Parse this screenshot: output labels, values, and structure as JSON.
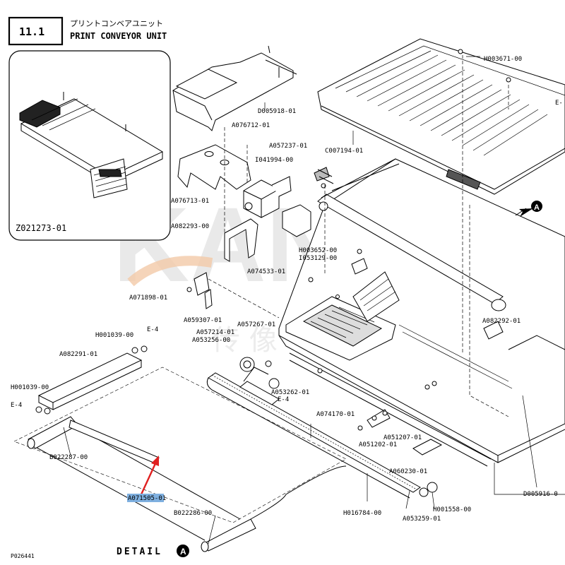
{
  "header": {
    "section_number": "11.1",
    "title_jp": "プリントコンベアユニット",
    "title_en": "PRINT CONVEYOR UNIT"
  },
  "inset": {
    "label": "Z021273-01"
  },
  "detail": {
    "label": "DETAIL",
    "marker": "A"
  },
  "view_marker": "A",
  "page_code": "P026441",
  "highlighted_part": "A071505",
  "highlight_color": "#7fb0e0",
  "arrow_color": "#e02020",
  "watermark": {
    "text": "KANJO",
    "cjk": "传 像",
    "color": "#e6e6e6"
  },
  "parts": {
    "h003671": "H003671-00",
    "e_right": "E-",
    "d005918": "D005918-01",
    "a076712": "A076712-01",
    "c007194": "C007194-01",
    "a057237": "A057237-01",
    "i041994": "I041994-00",
    "a076713": "A076713-01",
    "a082293": "A082293-00",
    "h003652": "H003652-00",
    "i053129": "I053129-00",
    "a074533": "A074533-01",
    "a071898": "A071898-01",
    "a059307": "A059307-01",
    "a082292": "A082292-01",
    "h001039_top": "H001039-00",
    "e4_top": "E-4",
    "a057214": "A057214-01",
    "a057267": "A057267-01",
    "a053256": "A053256-00",
    "a082291": "A082291-01",
    "h001039_left": "H001039-00",
    "a053262": "A053262-01",
    "e4_mid": "E-4",
    "e4_left": "E-4",
    "a074170": "A074170-01",
    "a051207": "A051207-01",
    "a051202": "A051202-01",
    "b022287": "B022287-00",
    "a060230": "A060230-01",
    "a071505": "A071505-01",
    "d005916": "D005916-0",
    "h001558": "H001558-00",
    "b022286": "B022286-00",
    "h016784": "H016784-00",
    "a053259": "A053259-01"
  }
}
